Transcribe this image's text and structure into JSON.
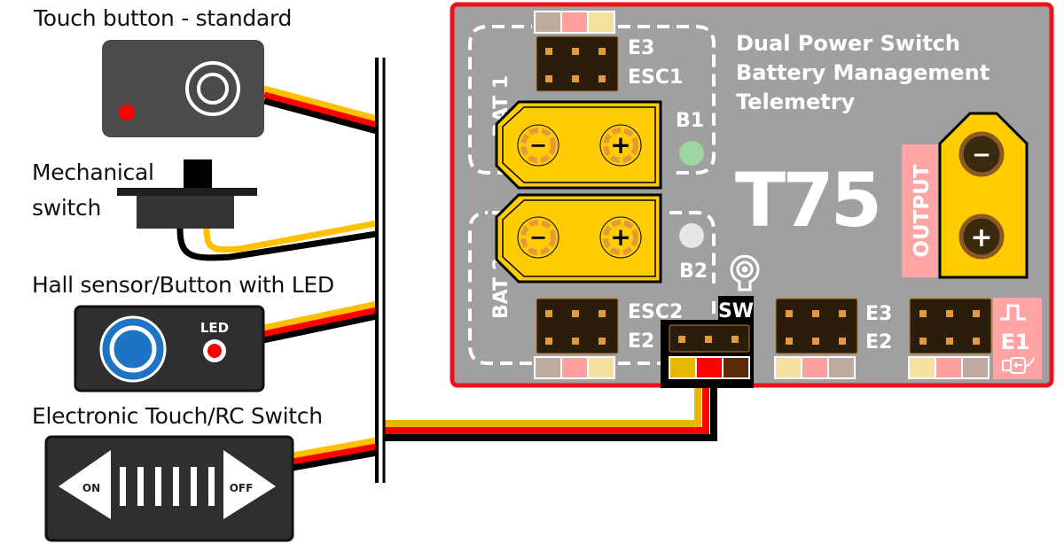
{
  "devices": [
    {
      "id": "touch-button-standard",
      "label": "Touch button - standard"
    },
    {
      "id": "mechanical-switch",
      "label_line1": "Mechanical",
      "label_line2": "switch"
    },
    {
      "id": "hall-sensor",
      "label": "Hall sensor/Button with LED",
      "led_label": "LED"
    },
    {
      "id": "electronic-touch-rc",
      "label": "Electronic Touch/RC Switch",
      "on_label": "ON",
      "off_label": "OFF"
    }
  ],
  "board": {
    "title_lines": [
      "Dual Power Switch",
      "Battery Management",
      "Telemetry"
    ],
    "model": "T75",
    "bat1_label": "BAT 1",
    "bat2_label": "BAT 2",
    "b1_label": "B1",
    "b2_label": "B2",
    "esc1_labels": [
      "E3",
      "ESC1"
    ],
    "esc2_labels": [
      "ESC2",
      "E2"
    ],
    "mid_labels": [
      "E3",
      "E2"
    ],
    "e1_label": "E1",
    "sw_label": "SW",
    "output_label": "OUTPUT",
    "minus": "−",
    "plus": "+",
    "led_colors": {
      "b1": "#9fd4a3",
      "b2": "#e6e6e6"
    }
  },
  "colors": {
    "board_bg": "#a0a0a0",
    "board_border": "#e8141a",
    "xt_yellow": "#ffcc00",
    "wire_signal": "#ffc000",
    "wire_power": "#ff0000",
    "wire_ground": "#000000",
    "pin_orange": "#e59a3a",
    "header_dark": "#2a1e0a",
    "pin_brown": "#bfaaa0",
    "pin_pink": "#ff9fa0",
    "pin_cream": "#f5e2a0",
    "sw_yellow": "#e8b800",
    "sw_red": "#ff0000",
    "sw_brown": "#5c2a08",
    "e1_pink": "#ffa3a4",
    "blue_button": "#1e74c4"
  }
}
